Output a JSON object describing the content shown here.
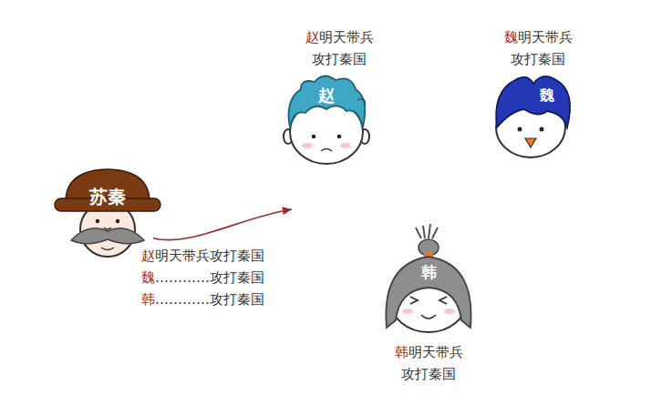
{
  "diagram": {
    "nodes": [
      {
        "text": [
          "苏秦"
        ]
      },
      {
        "text": [
          "赵",
          "赵明天带兵 攻打秦国"
        ]
      },
      {
        "text": [
          "魏",
          "魏明天带兵 攻打秦国"
        ]
      },
      {
        "text": [
          "韩",
          "韩明天带兵 攻打秦国"
        ]
      }
    ],
    "edges": [
      {
        "from": 0,
        "to": 1,
        "arrow": "to"
      }
    ],
    "labels": [
      "赵明天带兵攻打秦国",
      "魏…………攻打秦国",
      "韩…………攻打秦国"
    ]
  }
}
